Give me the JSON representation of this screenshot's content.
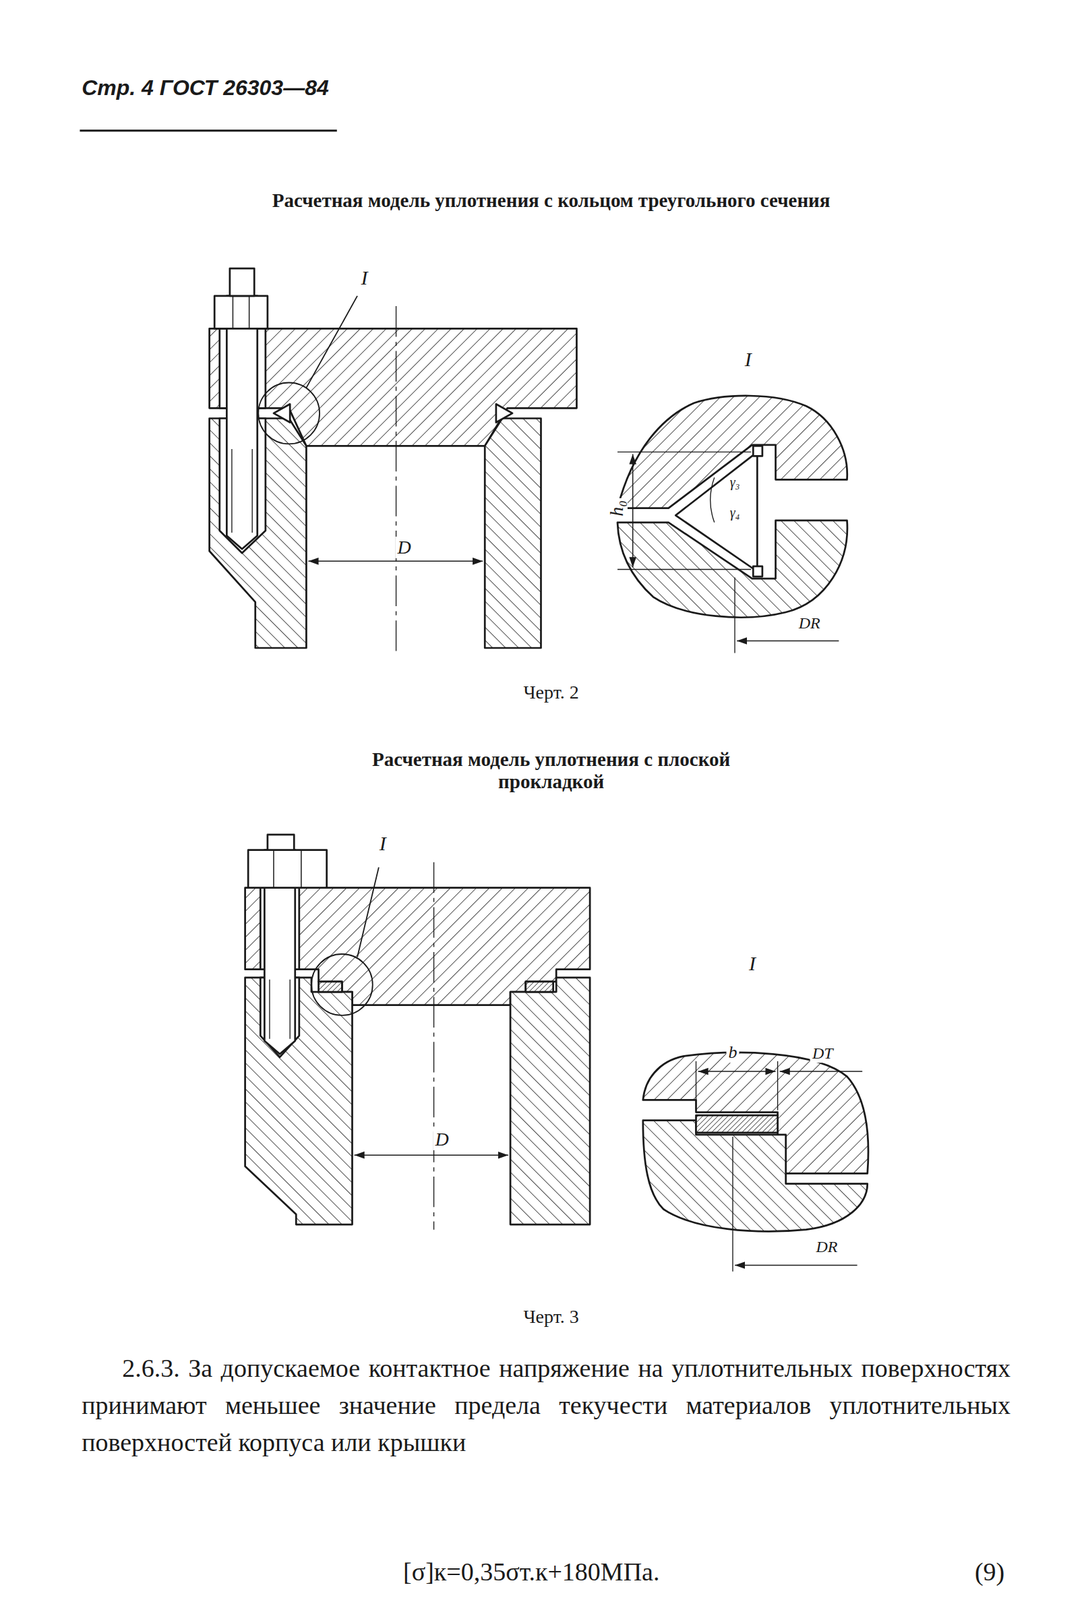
{
  "diagram": {
    "labels": [
      "Стр. 4 ГОСТ 26303—84",
      "Расчетная модель уплотнения с кольцом треугольного сечения",
      "I",
      "I",
      "D",
      "h₀",
      "γ₃",
      "γ₄",
      "DR",
      "Черт. 2",
      "Расчетная модель уплотнения с плоской прокладкой",
      "I",
      "I",
      "D",
      "b",
      "DT",
      "DR",
      "Черт. 3",
      "2.6.3. За допускаемое контактное напряжение на уплотнительных поверхностях принимают меньшее значение предела текучести материалов уплотнительных поверхностей корпуса или крышки",
      "[σ]к=0,35σт.к+180МПа.",
      "(9)"
    ]
  }
}
